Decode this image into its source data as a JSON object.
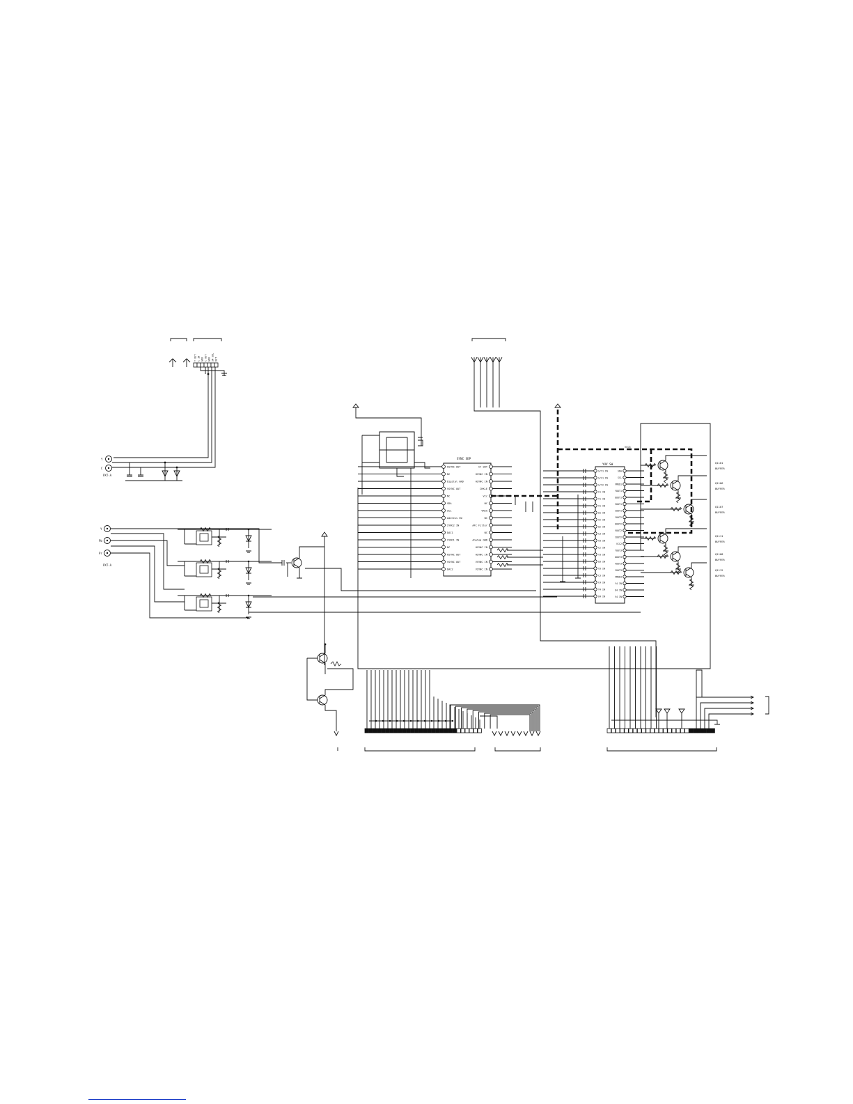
{
  "ic_sync": {
    "title": "SYNC SEP",
    "left_pins": [
      "HSYNC OUT",
      "NC",
      "Digital GND",
      "VSYNC OUT",
      "NC",
      "SDA",
      "SCL",
      "Address SW",
      "SYNC2 IN",
      "DAC1",
      "SYNC1 IN",
      "NC",
      "HSYNC OUT",
      "VSYNC OUT",
      "DAC2"
    ],
    "right_pins": [
      "CF OUT",
      "HSYNC IN",
      "HSYNC IN",
      "CHKLE",
      "Vcc",
      "NC",
      "VREG",
      "NC",
      "AFC Filter",
      "NC",
      "Analog GND",
      "HSYNC IN",
      "HSYNC IN",
      "VSYNC IN",
      "VSYNC IN"
    ]
  },
  "ic_yuv": {
    "title": "YUV SW",
    "left_pins": [
      "S/Y1 IN",
      "S/C1 IN",
      "S/Y2 IN",
      "C1 IN",
      "Y1 IN",
      "V1 IN",
      "U1 IN",
      "V2 IN",
      "U2 IN",
      "C3 IN",
      "V3 IN",
      "C2 IN",
      "Y3 IN",
      "U3 IN",
      "V3 IN",
      "C3 IN",
      "C4 IN",
      "Y4 IN",
      "U4 IN"
    ],
    "right_pins": [
      "SDA",
      "SCL",
      "VMOD1",
      "YOUT1",
      "UOUT1",
      "VOUT1",
      "COUT1",
      "YOUT2",
      "UOUT2",
      "VOUT2",
      "COUT2",
      "VCC2",
      "YOUT3",
      "UOUT3",
      "VOUT3",
      "COUT3",
      "VMOD3",
      "Y4 IN",
      "U4 IN",
      "V4 IN"
    ]
  },
  "connector_left": {
    "labels": [
      "Y OUT",
      "C IN",
      "GND",
      "C OUT",
      "GND",
      "SW SEL",
      "DET"
    ]
  },
  "jack_svideo": {
    "pins": [
      "Y",
      "C"
    ],
    "label": "PXT-A"
  },
  "jack_component": {
    "pins": [
      "Y",
      "Pb",
      "Pr"
    ],
    "label": "PXT-A"
  },
  "buffer_labels": [
    {
      "ref": "Q1101",
      "text": "BUFFER"
    },
    {
      "ref": "Q1106",
      "text": "BUFFER"
    },
    {
      "ref": "Q1107",
      "text": "BUFFER"
    },
    {
      "ref": "Q1111",
      "text": "BUFFER"
    },
    {
      "ref": "Q1108",
      "text": "BUFFER"
    },
    {
      "ref": "Q1112",
      "text": "BUFFER"
    }
  ],
  "net_labels": {
    "vcc5": "VCC5"
  },
  "colors": {
    "ink": "#111111",
    "link": "#1a3cc8"
  }
}
